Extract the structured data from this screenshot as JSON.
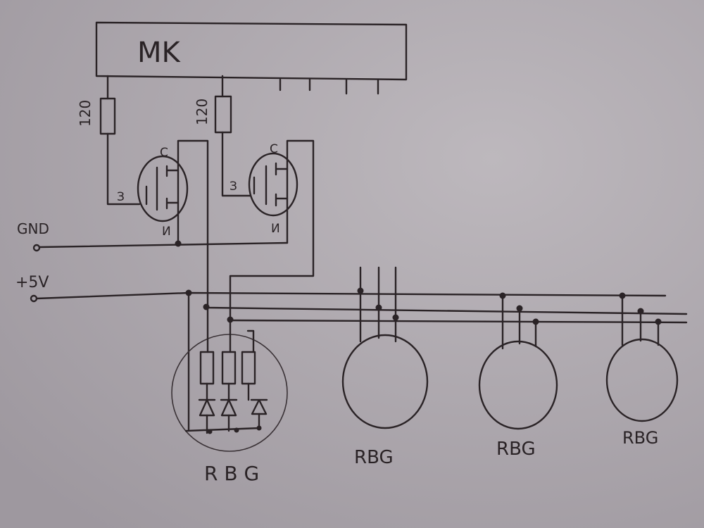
{
  "microcontroller": {
    "label": "MK"
  },
  "resistors": [
    {
      "value": "120"
    },
    {
      "value": "120"
    }
  ],
  "transistors": [
    {
      "drain": "С",
      "gate": "З",
      "source": "И"
    },
    {
      "drain": "С",
      "gate": "З",
      "source": "И"
    }
  ],
  "power": {
    "gnd": "GND",
    "vcc": "+5V"
  },
  "leds": [
    {
      "label": "R B G"
    },
    {
      "label": "RBG"
    },
    {
      "label": "RBG"
    },
    {
      "label": "RBG"
    }
  ]
}
